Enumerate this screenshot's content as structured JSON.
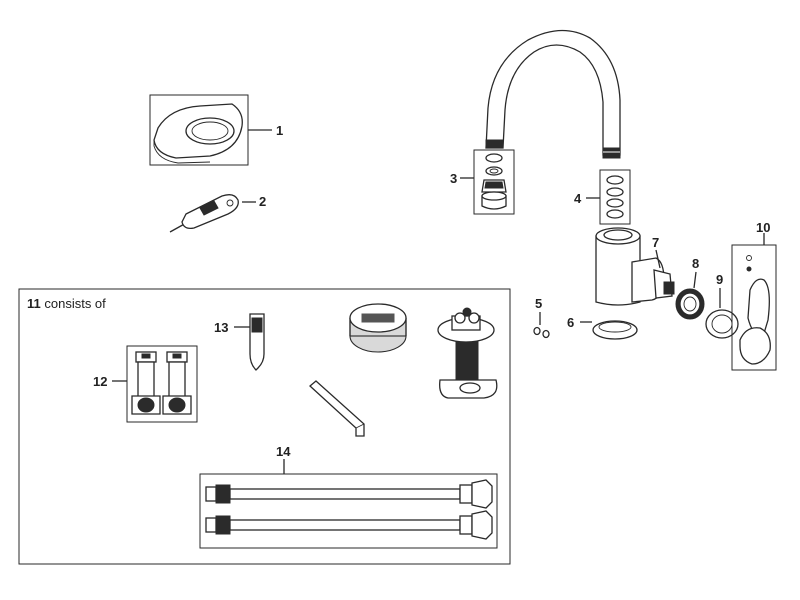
{
  "labels": {
    "p1": "1",
    "p2": "2",
    "p3": "3",
    "p4": "4",
    "p5": "5",
    "p6": "6",
    "p7": "7",
    "p8": "8",
    "p9": "9",
    "p10": "10",
    "p12": "12",
    "p13": "13",
    "p14": "14"
  },
  "kit": {
    "number": "11",
    "caption": " consists of"
  },
  "colors": {
    "line": "#2a2a2a",
    "background": "#ffffff",
    "fill_grey": "#d9d9d9"
  }
}
